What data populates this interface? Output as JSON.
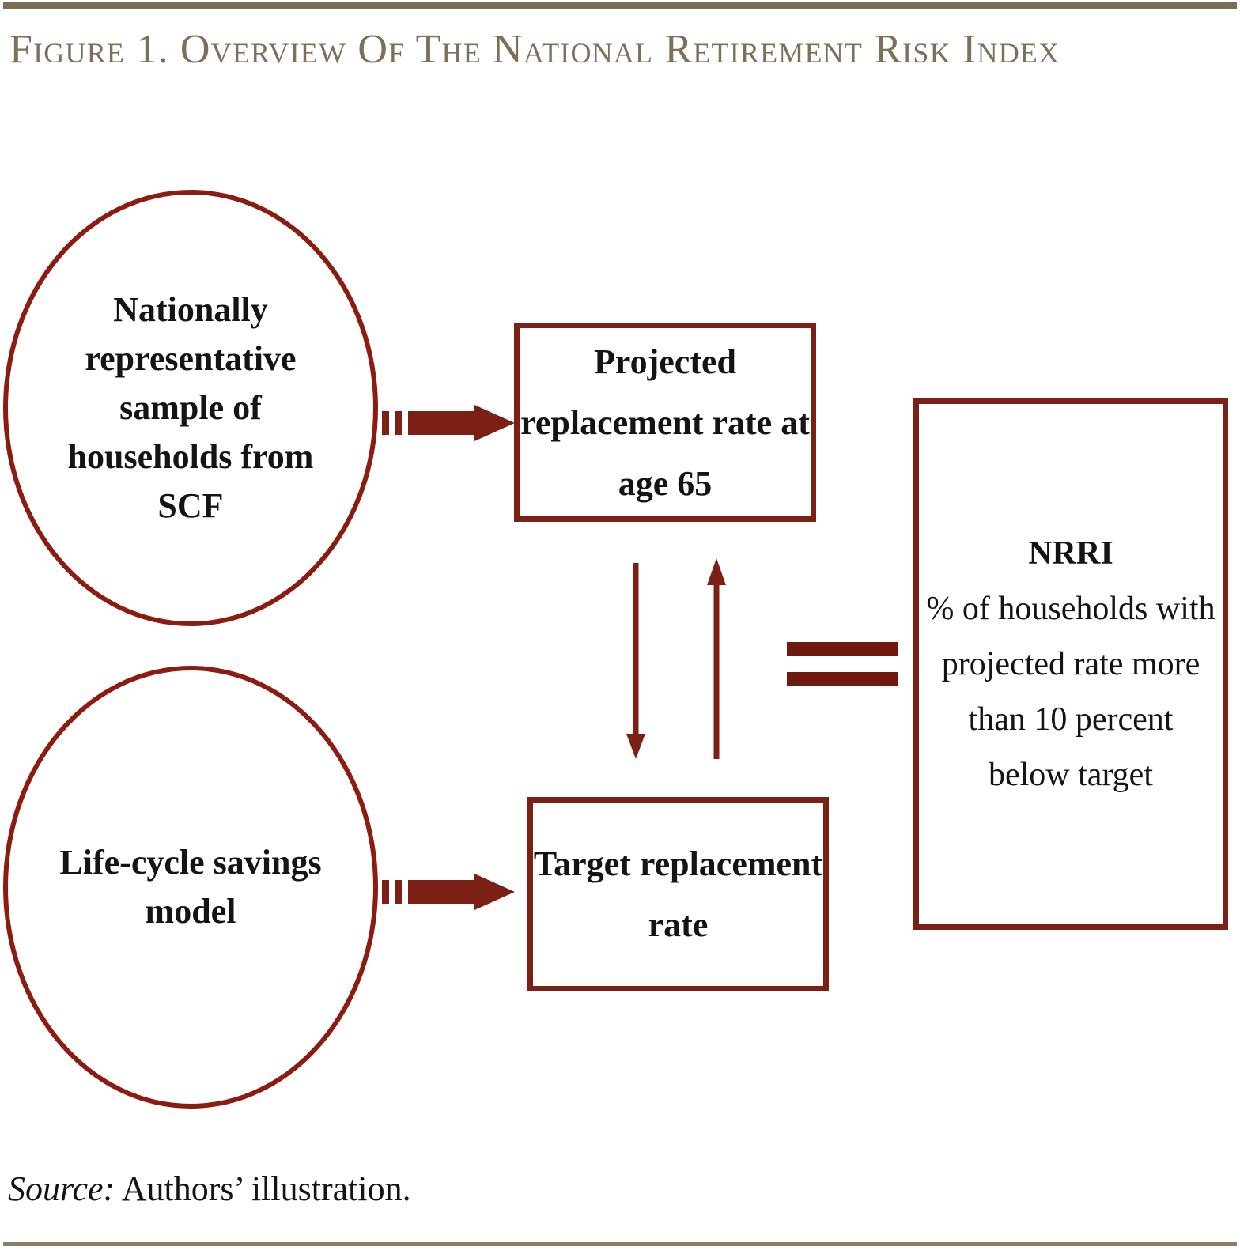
{
  "figure": {
    "title": "Figure 1. Overview of the National Retirement Risk Index",
    "source_label": "Source:",
    "source_text": " Authors’ illustration."
  },
  "colors": {
    "rule": "#7a6e52",
    "title_text": "#7d7057",
    "shape_stroke": "#8C1B10",
    "box_stroke": "#7C2015",
    "arrow": "#7C2015",
    "equals": "#701A0E",
    "body_text": "#141414",
    "background": "#ffffff"
  },
  "nodes": {
    "sample_ellipse": {
      "label": "Nationally representative sample of households from SCF",
      "shape": "ellipse"
    },
    "model_ellipse": {
      "label": "Life-cycle savings model",
      "shape": "ellipse"
    },
    "projected_box": {
      "label": "Projected replacement rate at age 65",
      "shape": "rectangle"
    },
    "target_box": {
      "label": "Target replacement rate",
      "shape": "rectangle"
    },
    "nrri_box": {
      "title": "NRRI",
      "body": "% of households with projected rate more than 10 percent below target",
      "shape": "rectangle"
    }
  },
  "connectors": {
    "sample_to_projected": "block-arrow-right",
    "model_to_target": "block-arrow-right",
    "projected_to_target": "thin-arrow-down",
    "target_to_projected": "thin-arrow-up",
    "equals_sign": "="
  }
}
